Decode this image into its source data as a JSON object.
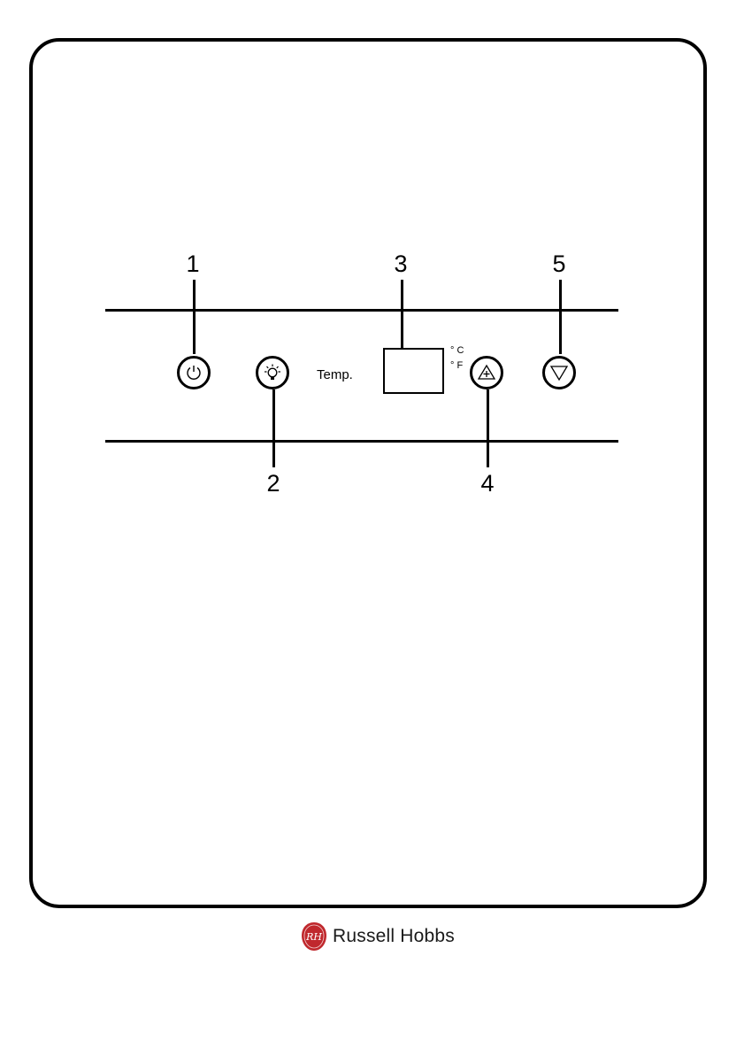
{
  "diagram": {
    "callouts": [
      {
        "id": "1",
        "label": "1"
      },
      {
        "id": "2",
        "label": "2"
      },
      {
        "id": "3",
        "label": "3"
      },
      {
        "id": "4",
        "label": "4"
      },
      {
        "id": "5",
        "label": "5"
      }
    ],
    "temp_label": "Temp.",
    "units": {
      "celsius": "° C",
      "fahrenheit": "° F"
    },
    "buttons": [
      {
        "icon": "power-icon"
      },
      {
        "icon": "light-bulb-icon"
      },
      {
        "icon": "up-arrow-icon"
      },
      {
        "icon": "down-arrow-icon"
      }
    ]
  },
  "brand": {
    "name": "Russell Hobbs",
    "logo_lettering": "RH",
    "logo_color": "#c0282d"
  }
}
